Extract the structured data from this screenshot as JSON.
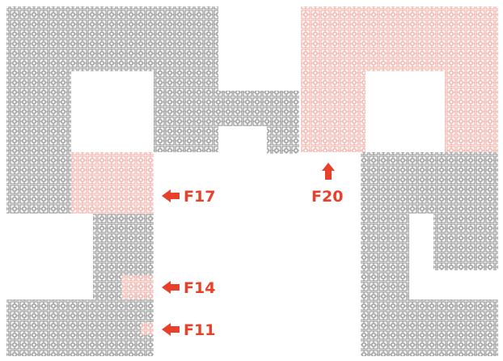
{
  "colors": {
    "background": "#ffffff",
    "fractal_gray": "#8a8a8a",
    "fractal_highlight": "#f2a79c",
    "label_red": "#e8402b"
  },
  "labels": {
    "f11": "F11",
    "f14": "F14",
    "f17": "F17",
    "f20": "F20"
  },
  "icons": {
    "f11_arrow": "arrow-left-icon",
    "f14_arrow": "arrow-left-icon",
    "f17_arrow": "arrow-left-icon",
    "f20_arrow": "arrow-up-icon"
  }
}
